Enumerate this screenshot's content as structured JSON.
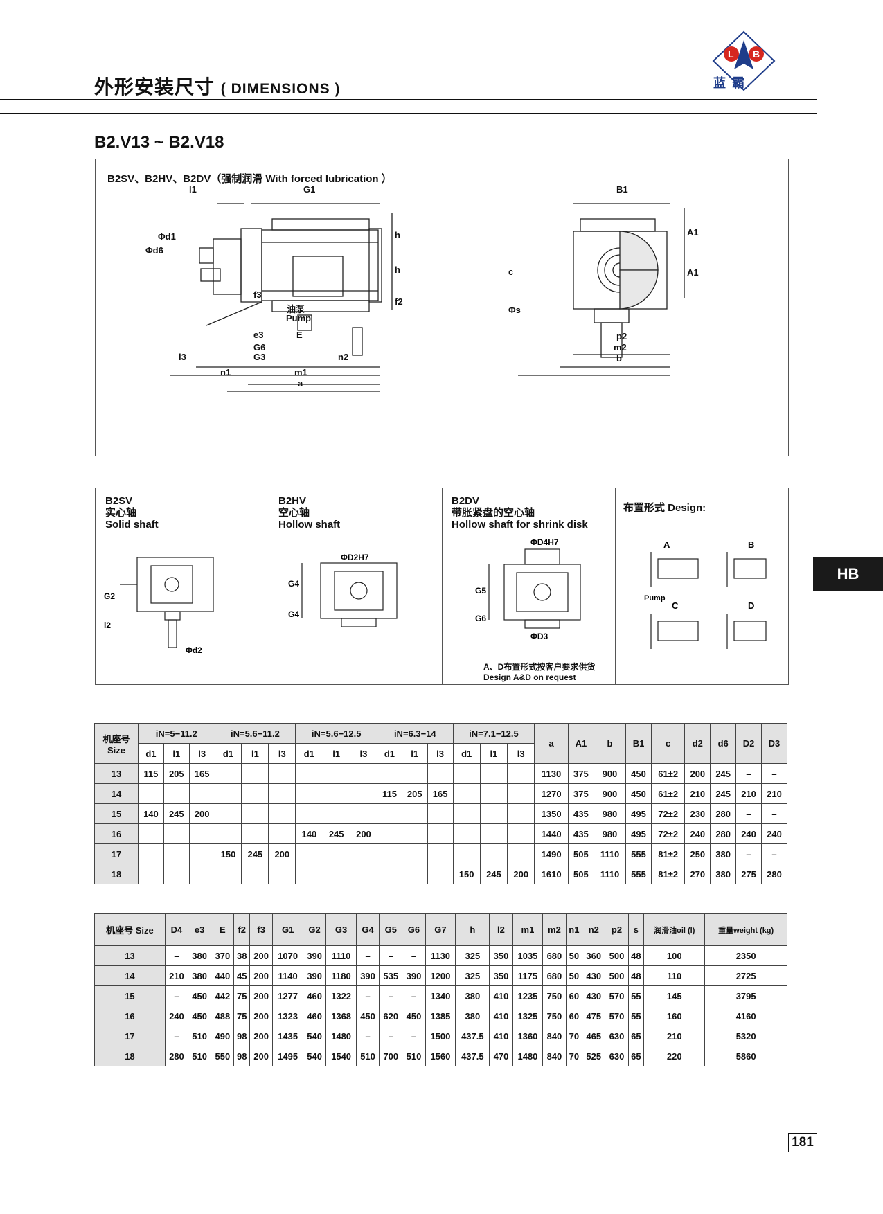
{
  "header": {
    "title_cn": "外形安装尺寸",
    "title_en": "( DIMENSIONS )",
    "logo_letters": "L B",
    "logo_text": "蓝  霸"
  },
  "series_title": "B2.V13 ~ B2.V18",
  "main_drawing": {
    "caption": "B2SV、B2HV、B2DV（强制润滑 With forced lubrication ）",
    "labels": {
      "l1": "l1",
      "G1": "G1",
      "B1": "B1",
      "d1": "Φd1",
      "d6": "Φd6",
      "h": "h",
      "A1": "A1",
      "c": "c",
      "s": "Φs",
      "f3": "f3",
      "f2": "f2",
      "pump_cn": "油泵",
      "pump_en": "Pump",
      "e3": "e3",
      "E": "E",
      "G6": "G6",
      "G3": "G3",
      "l3": "l3",
      "n2": "n2",
      "n1": "n1",
      "m1": "m1",
      "a": "a",
      "p2": "p2",
      "m2": "m2",
      "b": "b"
    }
  },
  "variants": [
    {
      "code": "B2SV",
      "cn": "实心轴",
      "en": "Solid shaft",
      "labels": [
        "G2",
        "l2",
        "Φd2"
      ]
    },
    {
      "code": "B2HV",
      "cn": "空心轴",
      "en": "Hollow shaft",
      "labels": [
        "ΦD2H7",
        "G4",
        "G4"
      ]
    },
    {
      "code": "B2DV",
      "cn": "带胀紧盘的空心轴",
      "en": "Hollow shaft for shrink disk",
      "labels": [
        "ΦD4H7",
        "G5",
        "G6",
        "ΦD3"
      ],
      "note_cn": "A、D布置形式按客户要求供货",
      "note_en": "Design A&D on request"
    },
    {
      "code": "布置形式 Design:",
      "cn": "",
      "en": "",
      "labels": [
        "A",
        "B",
        "C",
        "D",
        "Pump"
      ]
    }
  ],
  "side_tab": "HB",
  "table1": {
    "size_header": "机座号 Size",
    "ratio_groups": [
      "iN=5−11.2",
      "iN=5.6−11.2",
      "iN=5.6−12.5",
      "iN=6.3−14",
      "iN=7.1−12.5"
    ],
    "sub_headers": [
      "d1",
      "l1",
      "l3"
    ],
    "other_headers": [
      "a",
      "A1",
      "b",
      "B1",
      "c",
      "d2",
      "d6",
      "D2",
      "D3"
    ],
    "rows": [
      [
        "13",
        "115",
        "205",
        "165",
        "",
        "",
        "",
        "",
        "",
        "",
        "",
        "",
        "",
        "",
        "",
        "",
        "1130",
        "375",
        "900",
        "450",
        "61±2",
        "200",
        "245",
        "–",
        "–"
      ],
      [
        "14",
        "",
        "",
        "",
        "",
        "",
        "",
        "",
        "",
        "",
        "115",
        "205",
        "165",
        "",
        "",
        "",
        "1270",
        "375",
        "900",
        "450",
        "61±2",
        "210",
        "245",
        "210",
        "210"
      ],
      [
        "15",
        "140",
        "245",
        "200",
        "",
        "",
        "",
        "",
        "",
        "",
        "",
        "",
        "",
        "",
        "",
        "",
        "1350",
        "435",
        "980",
        "495",
        "72±2",
        "230",
        "280",
        "–",
        "–"
      ],
      [
        "16",
        "",
        "",
        "",
        "",
        "",
        "",
        "140",
        "245",
        "200",
        "",
        "",
        "",
        "",
        "",
        "",
        "1440",
        "435",
        "980",
        "495",
        "72±2",
        "240",
        "280",
        "240",
        "240"
      ],
      [
        "17",
        "",
        "",
        "",
        "150",
        "245",
        "200",
        "",
        "",
        "",
        "",
        "",
        "",
        "",
        "",
        "",
        "1490",
        "505",
        "1110",
        "555",
        "81±2",
        "250",
        "380",
        "–",
        "–"
      ],
      [
        "18",
        "",
        "",
        "",
        "",
        "",
        "",
        "",
        "",
        "",
        "",
        "",
        "",
        "150",
        "245",
        "200",
        "1610",
        "505",
        "1110",
        "555",
        "81±2",
        "270",
        "380",
        "275",
        "280"
      ]
    ]
  },
  "table2": {
    "headers": [
      "机座号 Size",
      "D4",
      "e3",
      "E",
      "f2",
      "f3",
      "G1",
      "G2",
      "G3",
      "G4",
      "G5",
      "G6",
      "G7",
      "h",
      "l2",
      "m1",
      "m2",
      "n1",
      "n2",
      "p2",
      "s",
      "润滑油oil (l)",
      "重量weight (kg)"
    ],
    "rows": [
      [
        "13",
        "–",
        "380",
        "370",
        "38",
        "200",
        "1070",
        "390",
        "1110",
        "–",
        "–",
        "–",
        "1130",
        "325",
        "350",
        "1035",
        "680",
        "50",
        "360",
        "500",
        "48",
        "100",
        "2350"
      ],
      [
        "14",
        "210",
        "380",
        "440",
        "45",
        "200",
        "1140",
        "390",
        "1180",
        "390",
        "535",
        "390",
        "1200",
        "325",
        "350",
        "1175",
        "680",
        "50",
        "430",
        "500",
        "48",
        "110",
        "2725"
      ],
      [
        "15",
        "–",
        "450",
        "442",
        "75",
        "200",
        "1277",
        "460",
        "1322",
        "–",
        "–",
        "–",
        "1340",
        "380",
        "410",
        "1235",
        "750",
        "60",
        "430",
        "570",
        "55",
        "145",
        "3795"
      ],
      [
        "16",
        "240",
        "450",
        "488",
        "75",
        "200",
        "1323",
        "460",
        "1368",
        "450",
        "620",
        "450",
        "1385",
        "380",
        "410",
        "1325",
        "750",
        "60",
        "475",
        "570",
        "55",
        "160",
        "4160"
      ],
      [
        "17",
        "–",
        "510",
        "490",
        "98",
        "200",
        "1435",
        "540",
        "1480",
        "–",
        "–",
        "–",
        "1500",
        "437.5",
        "410",
        "1360",
        "840",
        "70",
        "465",
        "630",
        "65",
        "210",
        "5320"
      ],
      [
        "18",
        "280",
        "510",
        "550",
        "98",
        "200",
        "1495",
        "540",
        "1540",
        "510",
        "700",
        "510",
        "1560",
        "437.5",
        "470",
        "1480",
        "840",
        "70",
        "525",
        "630",
        "65",
        "220",
        "5860"
      ]
    ]
  },
  "page_number": "181"
}
